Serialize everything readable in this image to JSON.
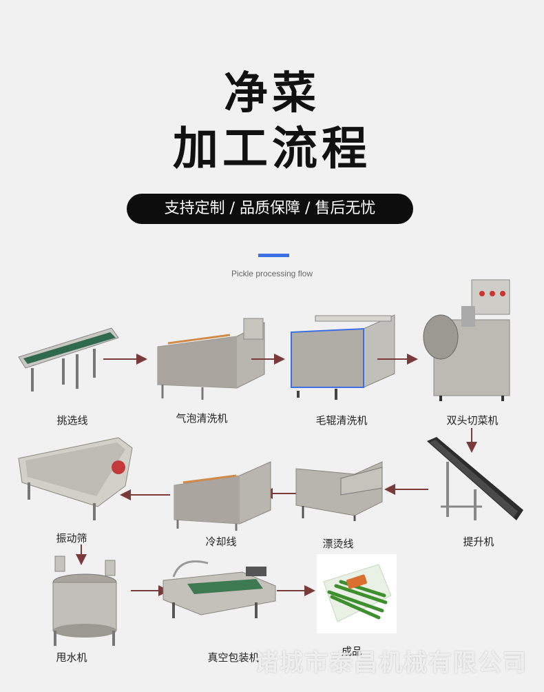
{
  "header": {
    "title_line1": "净菜",
    "title_line2": "加工流程",
    "tagline": "支持定制 / 品质保障 / 售后无忧",
    "subtitle_en": "Pickle processing flow"
  },
  "steps": [
    {
      "label": "挑选线",
      "icon": "conveyor-belt"
    },
    {
      "label": "气泡清洗机",
      "icon": "bubble-washer"
    },
    {
      "label": "毛辊清洗机",
      "icon": "brush-roller-washer"
    },
    {
      "label": "双头切菜机",
      "icon": "double-head-cutter"
    },
    {
      "label": "提升机",
      "icon": "elevator-conveyor"
    },
    {
      "label": "漂烫线",
      "icon": "blanching-line"
    },
    {
      "label": "冷却线",
      "icon": "cooling-line"
    },
    {
      "label": "振动筛",
      "icon": "vibrating-screen"
    },
    {
      "label": "甩水机",
      "icon": "dewatering-machine"
    },
    {
      "label": "真空包装机",
      "icon": "vacuum-packer"
    },
    {
      "label": "成品",
      "icon": "packaged-vegetables"
    }
  ],
  "watermark": "诸城市泰昌机械有限公司",
  "colors": {
    "accent": "#3b6fe3",
    "arrow": "#7a3a3a",
    "steel": "#b9b6b0",
    "belt": "#2f6a4f"
  }
}
